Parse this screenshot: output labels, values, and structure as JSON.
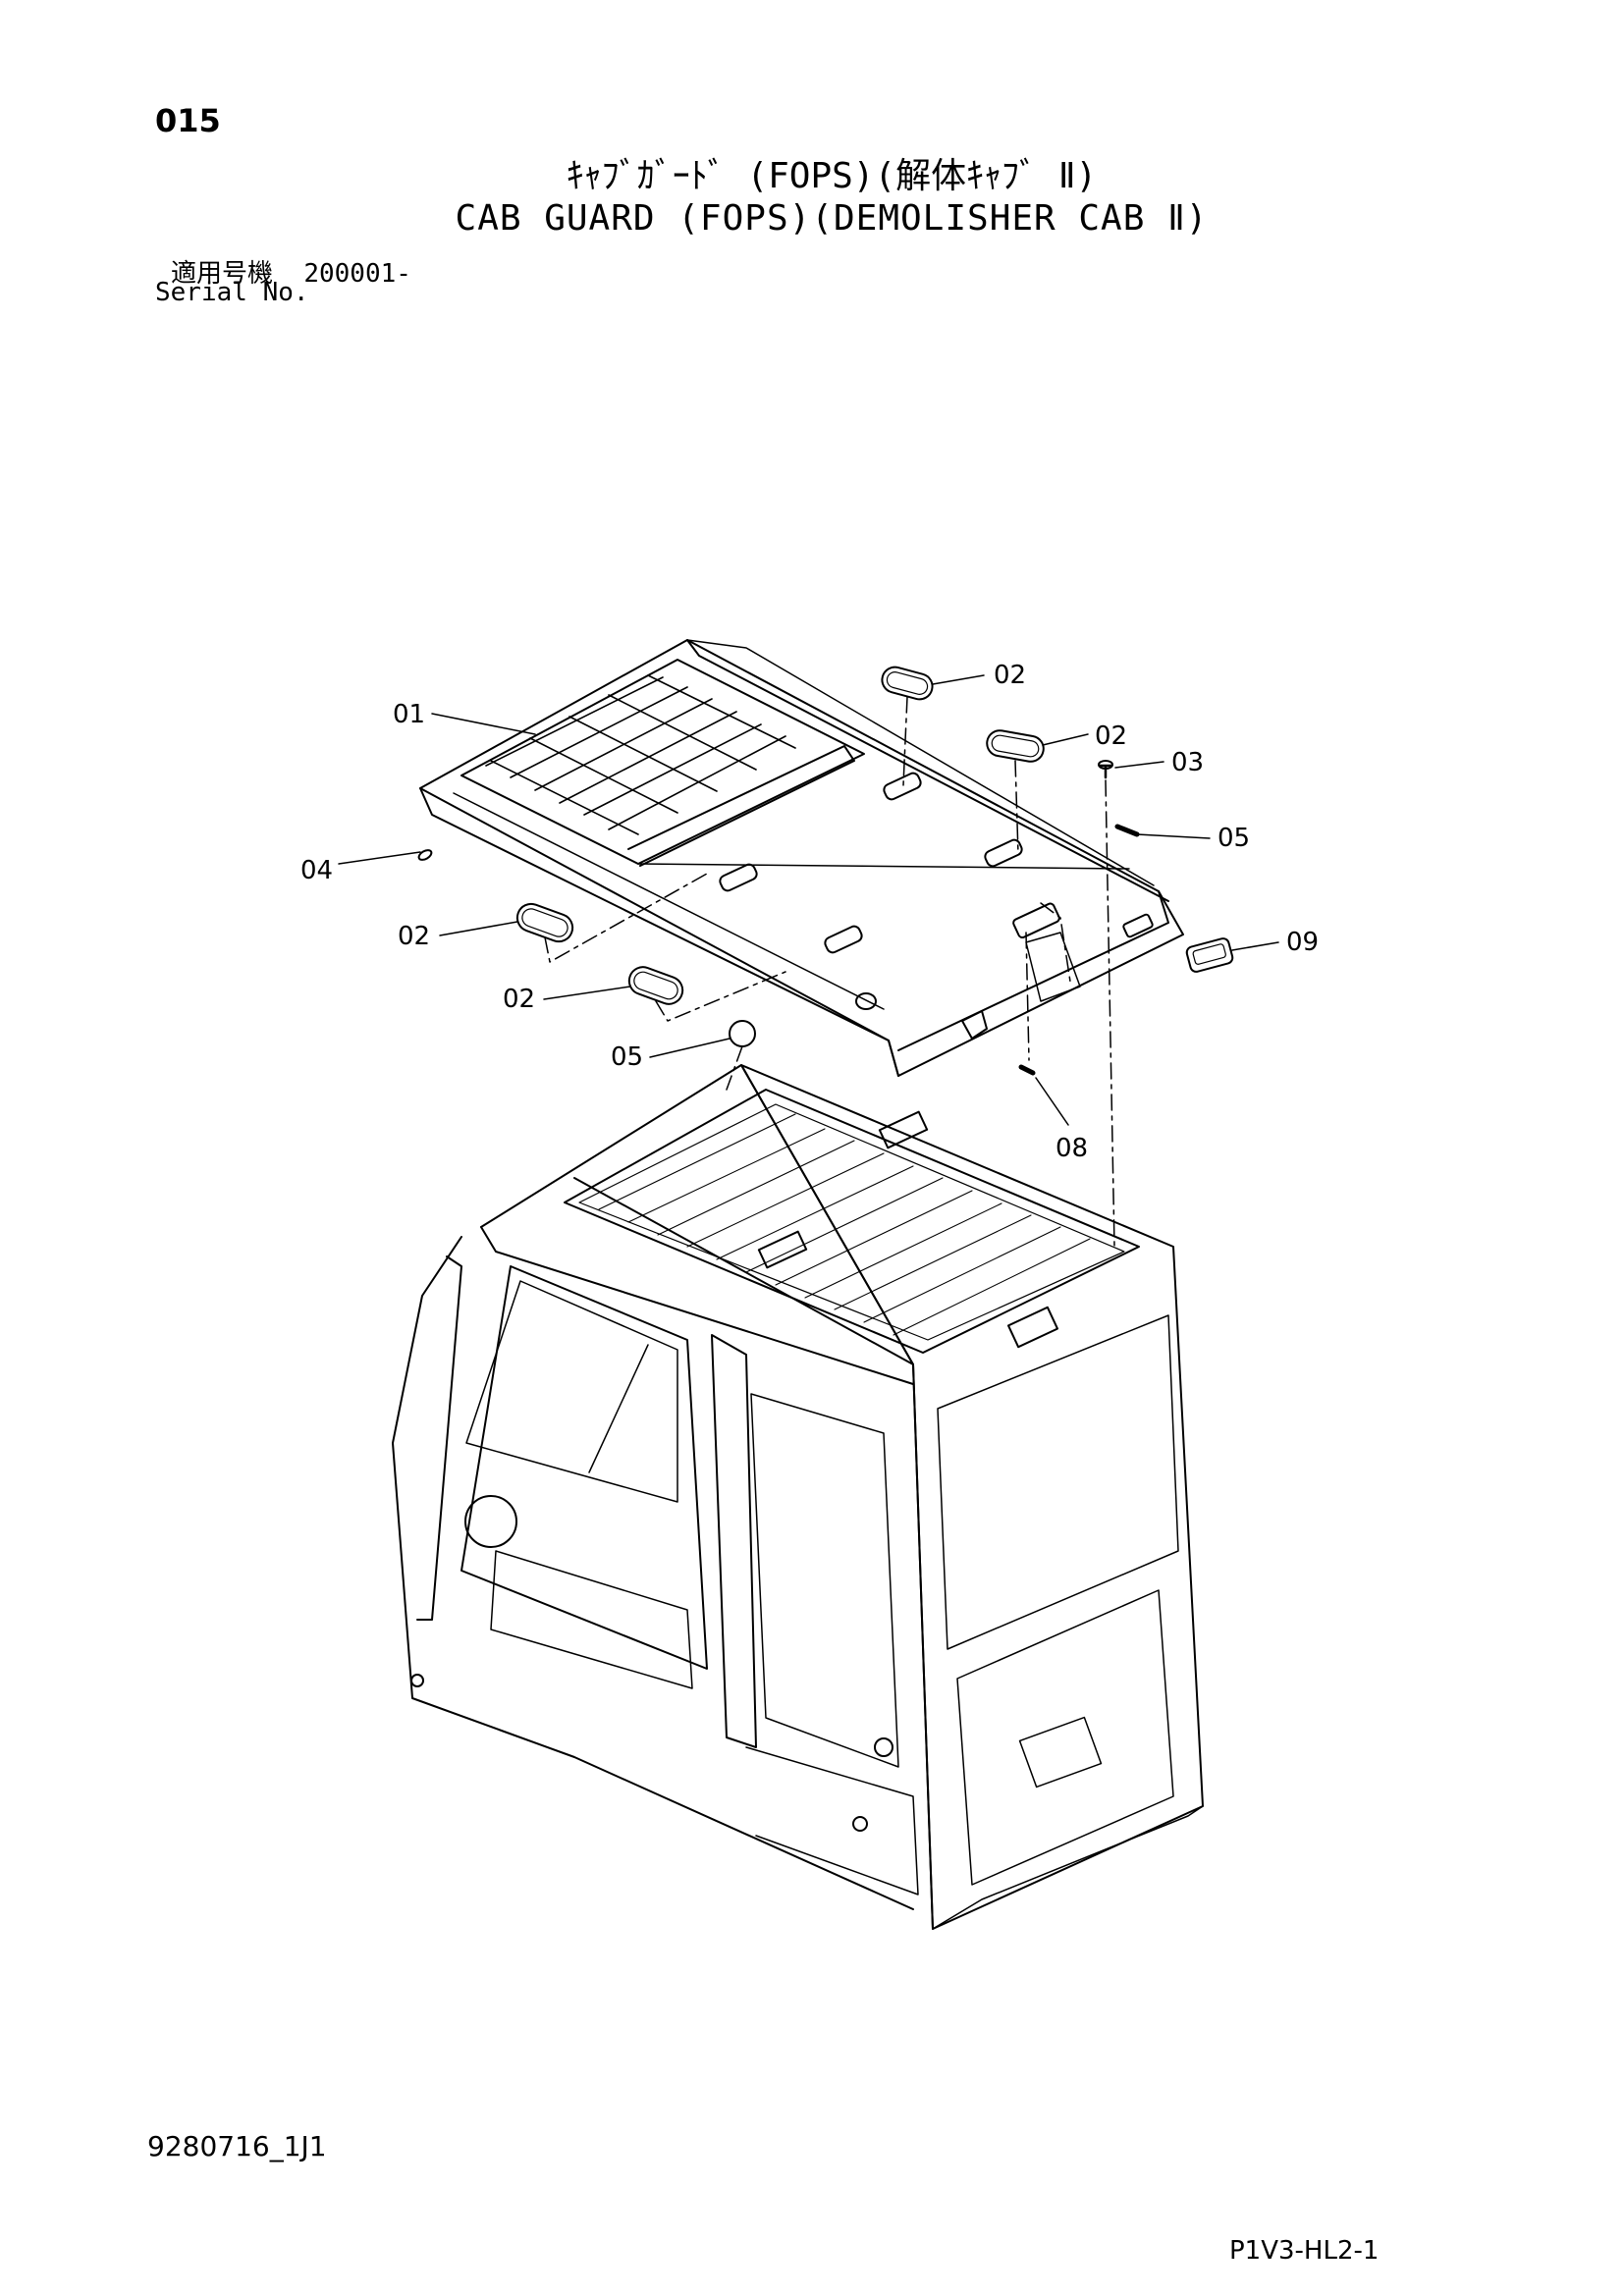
{
  "header": {
    "page_number": "015",
    "title_jp": "ｷｬﾌﾞｶﾞｰﾄﾞ (FOPS)(解体ｷｬﾌﾞ Ⅱ)",
    "title_en": "CAB GUARD (FOPS)(DEMOLISHER CAB Ⅱ)",
    "serial_label_jp": "適用号機",
    "serial_value": "200001-",
    "serial_label_en": "Serial No."
  },
  "callouts": [
    "01",
    "02",
    "02",
    "03",
    "05",
    "04",
    "02",
    "02",
    "09",
    "05",
    "08"
  ],
  "footer": {
    "drawing_number": "9280716_1J1",
    "figure_code": "P1V3-HL2-1"
  }
}
